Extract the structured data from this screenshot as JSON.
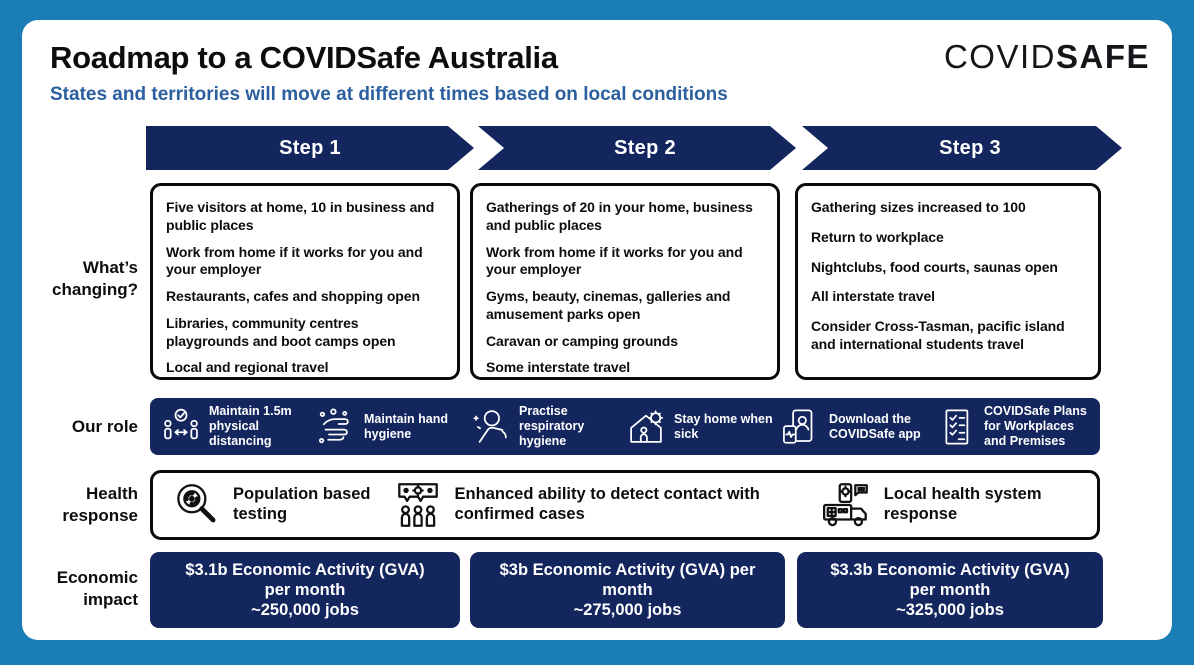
{
  "header": {
    "title": "Roadmap to a COVIDSafe Australia",
    "subtitle": "States and territories will move at different times based on local conditions",
    "logo": {
      "thin": "COVID",
      "bold": "SAFE"
    }
  },
  "row_labels": {
    "changing": "What’s changing?",
    "role": "Our role",
    "health": "Health response",
    "economic": "Economic impact"
  },
  "steps": [
    {
      "label": "Step 1",
      "items": [
        "Five visitors at home, 10 in business and public places",
        "Work from home if it works for you and your employer",
        "Restaurants, cafes and shopping open",
        "Libraries, community centres playgrounds and boot camps open",
        "Local and regional travel"
      ]
    },
    {
      "label": "Step 2",
      "items": [
        "Gatherings of 20 in your home, business and public places",
        "Work from home if it works for you and your employer",
        "Gyms, beauty, cinemas, galleries and amusement parks open",
        "Caravan or camping grounds",
        "Some interstate travel"
      ]
    },
    {
      "label": "Step 3",
      "items": [
        "Gathering sizes increased to 100",
        "Return to workplace",
        "Nightclubs, food courts, saunas open",
        "All interstate travel",
        "Consider Cross-Tasman, pacific island and international students travel"
      ]
    }
  ],
  "our_role": {
    "items": [
      {
        "icon": "physical-distancing-icon",
        "label": "Maintain 1.5m physical distancing"
      },
      {
        "icon": "hand-hygiene-icon",
        "label": "Maintain hand hygiene"
      },
      {
        "icon": "respiratory-hygiene-icon",
        "label": "Practise respiratory hygiene"
      },
      {
        "icon": "stay-home-icon",
        "label": "Stay home when sick"
      },
      {
        "icon": "covidsafe-app-icon",
        "label": "Download the COVIDSafe app"
      },
      {
        "icon": "covidsafe-plans-icon",
        "label": "COVIDSafe Plans for Workplaces and Premises"
      }
    ]
  },
  "health_response": {
    "items": [
      {
        "icon": "population-testing-icon",
        "label": "Population based testing"
      },
      {
        "icon": "contact-tracing-icon",
        "label": "Enhanced ability to detect contact with confirmed cases"
      },
      {
        "icon": "health-system-icon",
        "label": "Local health system response"
      }
    ]
  },
  "economic_impact": {
    "boxes": [
      {
        "lines": [
          "$3.1b Economic Activity (GVA)",
          "per month",
          "~250,000 jobs"
        ]
      },
      {
        "lines": [
          "$3b Economic Activity (GVA) per",
          "month",
          "~275,000 jobs"
        ]
      },
      {
        "lines": [
          "$3.3b Economic Activity (GVA)",
          "per month",
          "~325,000 jobs"
        ]
      }
    ]
  },
  "colors": {
    "frame_blue": "#1b7db6",
    "navy": "#14265e",
    "subtitle_blue": "#2b5f9e",
    "text_black": "#0d0d0d"
  }
}
